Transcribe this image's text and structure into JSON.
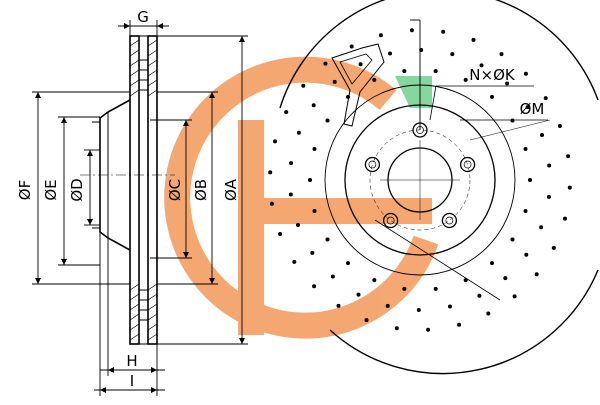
{
  "diagram": {
    "labels": {
      "G": "G",
      "F": "ØF",
      "E": "ØE",
      "D": "ØD",
      "C": "ØC",
      "B": "ØB",
      "A": "ØA",
      "H": "H",
      "I": "I",
      "NK": "N×ØK",
      "M": "ØM"
    },
    "logo": {
      "name": "gt-watermark",
      "orange": "#f5a36b",
      "green": "#7fd49a"
    },
    "bolt_hole_count": 5
  }
}
